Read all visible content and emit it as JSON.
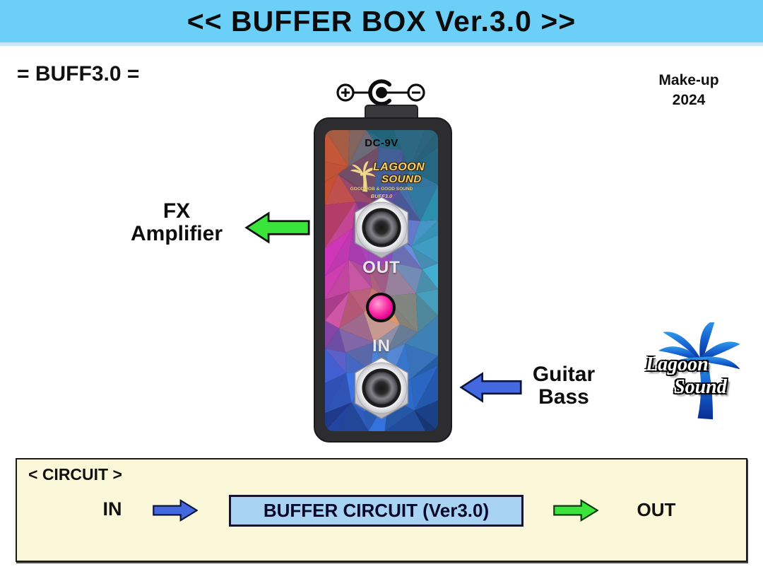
{
  "banner": {
    "title": "<< BUFFER BOX Ver.3.0 >>"
  },
  "header": {
    "model_label": "= BUFF3.0 =",
    "makeup_line1": "Make-up",
    "makeup_line2": "2024"
  },
  "pedal": {
    "power_label": "DC-9V",
    "brand_line1": "LAGOON",
    "brand_line2": "SOUND",
    "brand_tagline": "GOOD JOB & GOOD SOUND",
    "brand_version": "BUFF3.0",
    "out_label": "OUT",
    "in_label": "IN"
  },
  "annotations": {
    "fx_line1": "FX",
    "fx_line2": "Amplifier",
    "guitar_line1": "Guitar",
    "guitar_line2": "Bass"
  },
  "logo": {
    "line1": "Lagoon",
    "line2": "Sound"
  },
  "circuit": {
    "title": "< CIRCUIT >",
    "in_label": "IN",
    "box_label": "BUFFER CIRCUIT (Ver3.0)",
    "out_label": "OUT"
  },
  "colors": {
    "banner_bg": "#6cccf7",
    "panel_bg": "#faf8d8",
    "circuit_box_bg": "#a9d3f2",
    "green_arrow": "#3be43b",
    "blue_arrow": "#4468e0",
    "led_pink": "#f42aa2",
    "pedal_body": "#2d2d30",
    "brand_gold": "#f2d06e"
  }
}
